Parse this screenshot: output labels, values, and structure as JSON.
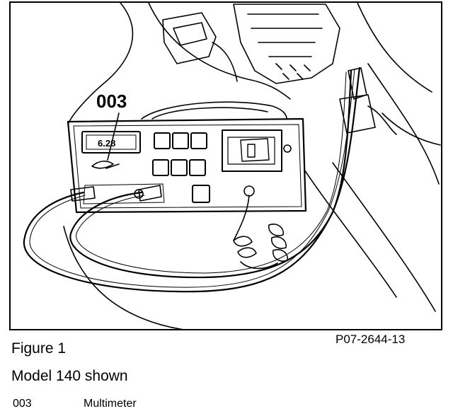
{
  "figure": {
    "callout": "003",
    "display_reading": "6.28",
    "code": "P07-2644-13"
  },
  "caption": {
    "title": "Figure 1",
    "model": "Model 140 shown"
  },
  "legend": {
    "code": "003",
    "label": "Multimeter"
  }
}
